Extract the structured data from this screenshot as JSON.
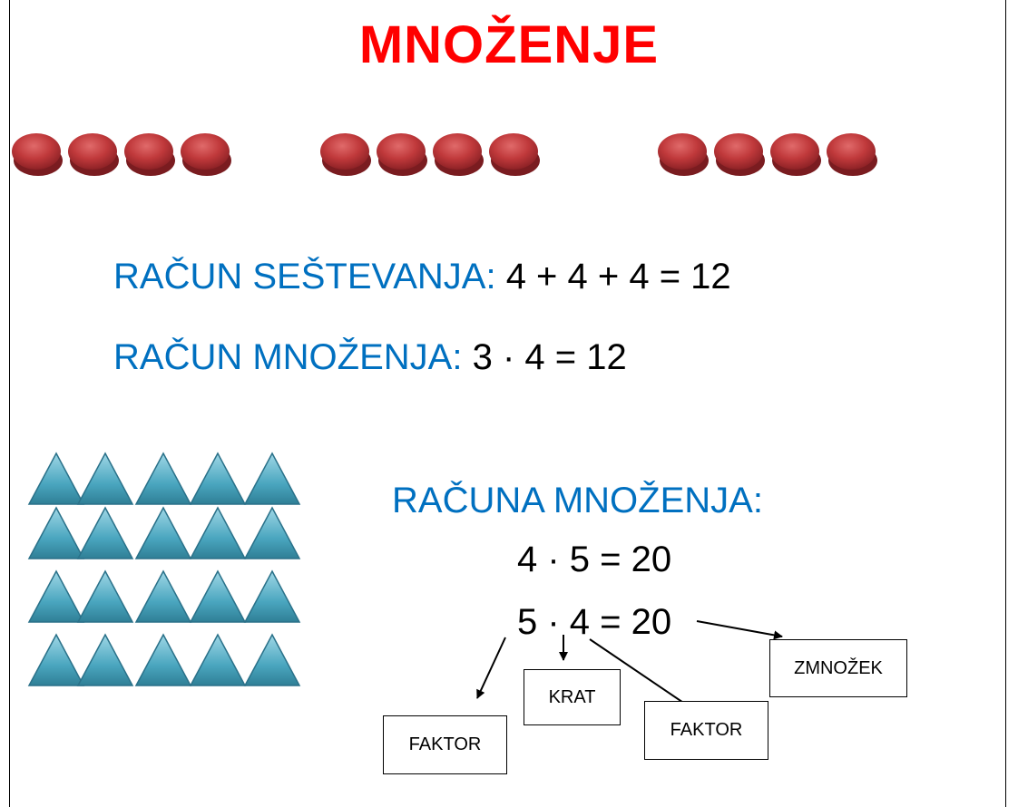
{
  "title": "MNOŽENJE",
  "bead_groups": 3,
  "beads_per_group": 4,
  "addition": {
    "label": "RAČUN SEŠTEVANJA:",
    "expression": "4 + 4 + 4 = 12"
  },
  "multiplication": {
    "label": "RAČUN MNOŽENJA:",
    "expression": "3 · 4 = 12"
  },
  "triangles": {
    "rows": 4,
    "cols": 5
  },
  "section_heading": "RAČUNA MNOŽENJA:",
  "equation_1": "4 · 5 = 20",
  "equation_2": "5 · 4 = 20",
  "labels": {
    "factor_left": "FAKTOR",
    "times": "KRAT",
    "factor_right": "FAKTOR",
    "product": "ZMNOŽEK"
  },
  "colors": {
    "title": "#ff0000",
    "label_blue": "#0070c0",
    "bead": "#b8393b",
    "triangle": "#5fb3c8"
  }
}
